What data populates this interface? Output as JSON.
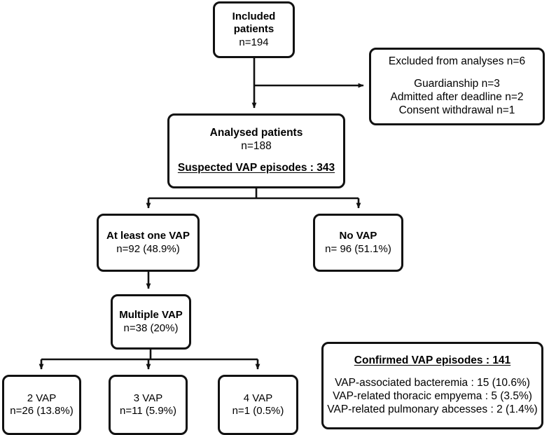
{
  "chart_data": {
    "type": "diagram",
    "title": "CONSORT-style patient flow diagram for suspected and confirmed VAP episodes",
    "nodes": [
      {
        "id": "included",
        "lines": [
          "Included",
          "patients",
          "n=194"
        ]
      },
      {
        "id": "excluded",
        "lines": [
          "Excluded from analyses n=6",
          "Guardianship n=3",
          "Admitted after deadline n=2",
          "Consent withdrawal n=1"
        ]
      },
      {
        "id": "analysed",
        "lines": [
          "Analysed patients",
          "n=188",
          "Suspected VAP episodes : 343"
        ]
      },
      {
        "id": "atleast",
        "lines": [
          "At least one VAP",
          "n=92 (48.9%)"
        ]
      },
      {
        "id": "novap",
        "lines": [
          "No VAP",
          "n= 96 (51.1%)"
        ]
      },
      {
        "id": "multiple",
        "lines": [
          "Multiple VAP",
          "n=38 (20%)"
        ]
      },
      {
        "id": "vap2",
        "lines": [
          "2 VAP",
          "n=26 (13.8%)"
        ]
      },
      {
        "id": "vap3",
        "lines": [
          "3 VAP",
          "n=11 (5.9%)"
        ]
      },
      {
        "id": "vap4",
        "lines": [
          "4 VAP",
          "n=1 (0.5%)"
        ]
      },
      {
        "id": "confirmed",
        "lines": [
          "Confirmed VAP episodes : 141",
          "VAP-associated bacteremia : 15 (10.6%)",
          "VAP-related thoracic empyema : 5 (3.5%)",
          "VAP-related pulmonary abcesses : 2 (1.4%)"
        ]
      }
    ],
    "edges": [
      {
        "from": "included",
        "to": "excluded"
      },
      {
        "from": "included",
        "to": "analysed"
      },
      {
        "from": "analysed",
        "to": "atleast"
      },
      {
        "from": "analysed",
        "to": "novap"
      },
      {
        "from": "atleast",
        "to": "multiple"
      },
      {
        "from": "multiple",
        "to": "vap2"
      },
      {
        "from": "multiple",
        "to": "vap3"
      },
      {
        "from": "multiple",
        "to": "vap4"
      }
    ],
    "counts": {
      "included_patients": 194,
      "excluded_total": 6,
      "excluded_guardianship": 3,
      "excluded_admitted_after_deadline": 2,
      "excluded_consent_withdrawal": 1,
      "analysed_patients": 188,
      "suspected_vap_episodes": 343,
      "at_least_one_vap": 92,
      "at_least_one_vap_pct": 48.9,
      "no_vap": 96,
      "no_vap_pct": 51.1,
      "multiple_vap": 38,
      "multiple_vap_pct": 20,
      "vap2": 26,
      "vap2_pct": 13.8,
      "vap3": 11,
      "vap3_pct": 5.9,
      "vap4": 1,
      "vap4_pct": 0.5,
      "confirmed_vap_episodes": 141,
      "vap_associated_bacteremia": 15,
      "vap_associated_bacteremia_pct": 10.6,
      "vap_related_thoracic_empyema": 5,
      "vap_related_thoracic_empyema_pct": 3.5,
      "vap_related_pulmonary_abcesses": 2,
      "vap_related_pulmonary_abcesses_pct": 1.4
    },
    "colors": {
      "stroke": "#111111",
      "fill": "#ffffff",
      "text": "#000000"
    }
  },
  "included": {
    "line1": "Included",
    "line2": "patients",
    "line3": "n=194"
  },
  "excluded": {
    "heading": "Excluded from analyses n=6",
    "item1": "Guardianship n=3",
    "item2": "Admitted after deadline n=2",
    "item3": "Consent withdrawal n=1"
  },
  "analysed": {
    "line1": "Analysed patients",
    "line2": "n=188",
    "line3": "Suspected VAP episodes : 343"
  },
  "at_least_one_vap": {
    "line1": "At least one VAP",
    "line2": "n=92 (48.9%)"
  },
  "no_vap": {
    "line1": "No VAP",
    "line2": "n= 96 (51.1%)"
  },
  "multiple_vap": {
    "line1": "Multiple VAP",
    "line2": "n=38 (20%)"
  },
  "vap2": {
    "line1": "2 VAP",
    "line2": "n=26 (13.8%)"
  },
  "vap3": {
    "line1": "3 VAP",
    "line2": "n=11 (5.9%)"
  },
  "vap4": {
    "line1": "4 VAP",
    "line2": "n=1 (0.5%)"
  },
  "confirmed": {
    "heading": "Confirmed VAP episodes : 141",
    "item1": "VAP-associated bacteremia : 15 (10.6%)",
    "item2": "VAP-related thoracic empyema : 5 (3.5%)",
    "item3": "VAP-related pulmonary abcesses : 2 (1.4%)"
  }
}
